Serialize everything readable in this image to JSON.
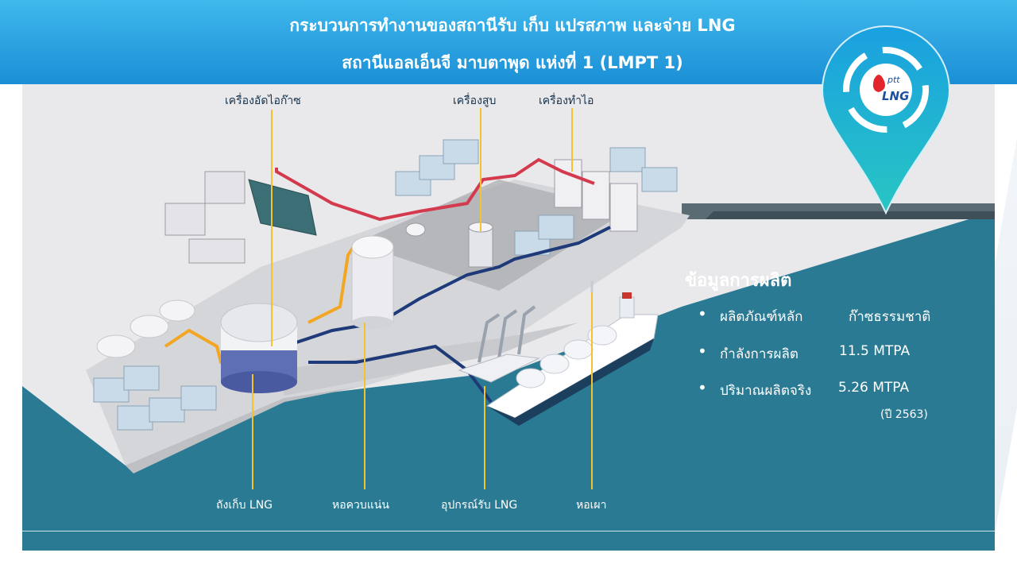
{
  "header": {
    "title_line1": "กระบวนการทำงานของสถานีรับ เก็บ แปรสภาพ และจ่าย LNG",
    "title_line2": "สถานีแอลเอ็นจี มาบตาพุด แห่งที่ 1  (LMPT 1)"
  },
  "logo": {
    "brand_top": "ptt",
    "brand_bottom": "LNG"
  },
  "labels": {
    "compressor": "เครื่องอัดไอก๊าซ",
    "pump": "เครื่องสูบ",
    "vaporizer": "เครื่องทำไอ",
    "storage_tank": "ถังเก็บ LNG",
    "condenser_tower": "หอควบแน่น",
    "unloading_arm": "อุปกรณ์รับ LNG",
    "flare": "หอเผา"
  },
  "info": {
    "heading": "ข้อมูลการผลิต",
    "items": [
      {
        "label": "ผลิตภัณฑ์หลัก",
        "value": "ก๊าซธรรมชาติ"
      },
      {
        "label": "กำลังการผลิต",
        "value": "11.5 MTPA"
      },
      {
        "label": "ปริมาณผลิตจริง",
        "value": "5.26 MTPA"
      }
    ],
    "note": "(ปี 2563)"
  },
  "colors": {
    "header_top": "#3fb8ec",
    "header_bottom": "#1b8fd6",
    "sea": "#2a7a93",
    "ground": "#e9e9ec",
    "pipe_red": "#d43a4e",
    "pipe_navy": "#1e3a78",
    "pipe_orange": "#f2a622",
    "leader_yellow": "#f3c32f"
  }
}
